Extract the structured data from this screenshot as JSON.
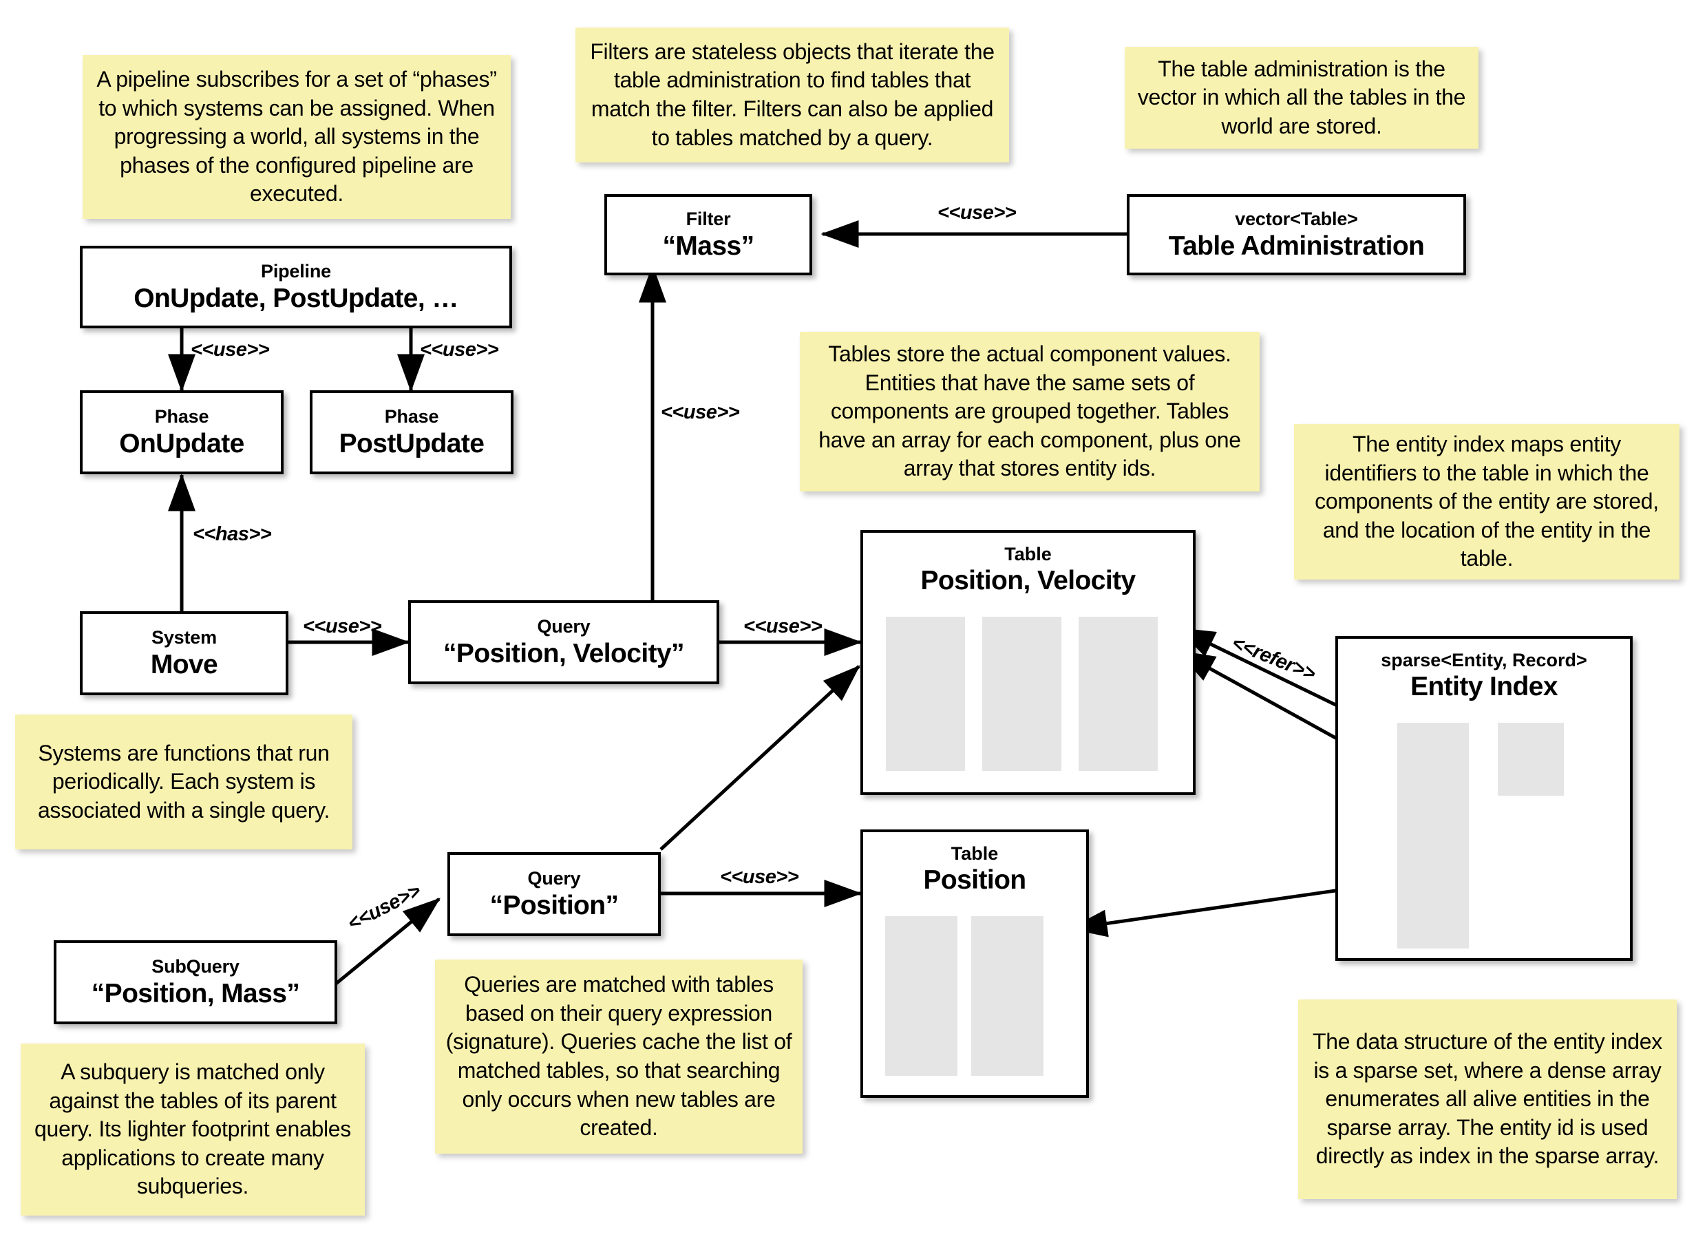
{
  "diagram": {
    "title": "ECS architecture diagram",
    "accent_note_color": "#F8F2B0",
    "column_color": "#E5E5E5",
    "stroke_color": "#000000"
  },
  "nodes": {
    "pipeline": {
      "stereotype": "Pipeline",
      "name": "OnUpdate, PostUpdate, …"
    },
    "phase_onupdate": {
      "stereotype": "Phase",
      "name": "OnUpdate"
    },
    "phase_postupdate": {
      "stereotype": "Phase",
      "name": "PostUpdate"
    },
    "system_move": {
      "stereotype": "System",
      "name": "Move"
    },
    "query_posvel": {
      "stereotype": "Query",
      "name": "“Position, Velocity”"
    },
    "query_pos": {
      "stereotype": "Query",
      "name": "“Position”"
    },
    "subquery": {
      "stereotype": "SubQuery",
      "name": "“Position, Mass”"
    },
    "filter_mass": {
      "stereotype": "Filter",
      "name": "“Mass”"
    },
    "table_admin": {
      "stereotype": "vector<Table>",
      "name": "Table Administration"
    },
    "table_posvel": {
      "stereotype": "Table",
      "name": "Position, Velocity",
      "columns": 3
    },
    "table_pos": {
      "stereotype": "Table",
      "name": "Position",
      "columns": 2
    },
    "entity_index": {
      "stereotype": "sparse<Entity, Record>",
      "name": "Entity Index"
    }
  },
  "edge_labels": {
    "pipeline_to_onupdate": "<<use>>",
    "pipeline_to_postupdate": "<<use>>",
    "system_has_phase": "<<has>>",
    "system_uses_query": "<<use>>",
    "query_uses_filter": "<<use>>",
    "admin_uses_filter": "<<use>>",
    "query_posvel_uses_table": "<<use>>",
    "query_pos_uses_table": "<<use>>",
    "subquery_uses_query": "<<use>>",
    "index_refers_table": "<<refer>>"
  },
  "notes": {
    "pipeline_note": "A pipeline subscribes for a set of “phases” to which systems can be assigned. When progressing a world, all systems in the phases of the configured pipeline are executed.",
    "filter_note": "Filters are stateless objects that iterate the table administration to find tables that match the filter. Filters can also be applied to tables matched by a query.",
    "table_admin_note": "The table administration is the vector in which all the tables in the world are stored.",
    "table_note": "Tables store the actual component values. Entities that have the same sets of components are grouped together. Tables have an array for each component, plus one array that stores entity ids.",
    "entity_index_note": "The entity index maps entity identifiers to the table in which the components of the entity are stored, and the location of the entity in the table.",
    "system_note": "Systems are functions that run periodically. Each system is associated with a single query.",
    "query_note": "Queries are matched with tables based on their query expression (signature). Queries cache the list of matched tables, so that searching only occurs when new tables are created.",
    "subquery_note": "A subquery is matched only against the tables of its parent query. Its lighter footprint enables applications to create many subqueries.",
    "sparse_note": "The data structure of the entity index is a sparse set, where a dense array enumerates all alive entities in the sparse array. The entity id is used directly as index in the sparse array."
  }
}
